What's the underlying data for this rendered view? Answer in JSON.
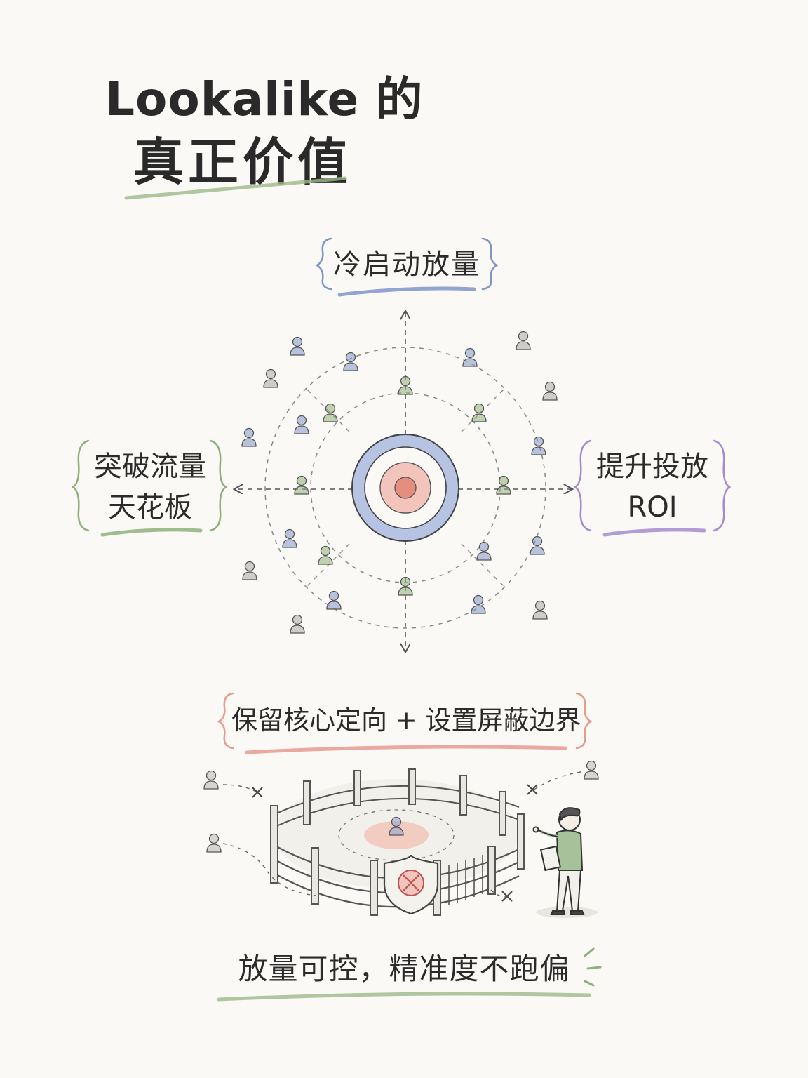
{
  "title": {
    "line1": "Lookalike 的",
    "line2": "真正价值"
  },
  "labels": {
    "top": "冷启动放量",
    "left_line1": "突破流量",
    "left_line2": "天花板",
    "right_line1": "提升投放",
    "right_line2": "ROI",
    "fence_caption": "保留核心定向 + 设置屏蔽边界",
    "bottom": "放量可控，精准度不跑偏"
  },
  "colors": {
    "background": "#faf9f5",
    "blue": "#7f95c8",
    "green": "#8fb07a",
    "purple": "#a48ccf",
    "red": "#e69b8e",
    "gray": "#a9a9a4",
    "ink": "#2b2b2b"
  },
  "icons": [
    "person-icon",
    "target-icon",
    "shield-icon",
    "fence-icon",
    "arrow-icon",
    "cross-mark-icon"
  ]
}
